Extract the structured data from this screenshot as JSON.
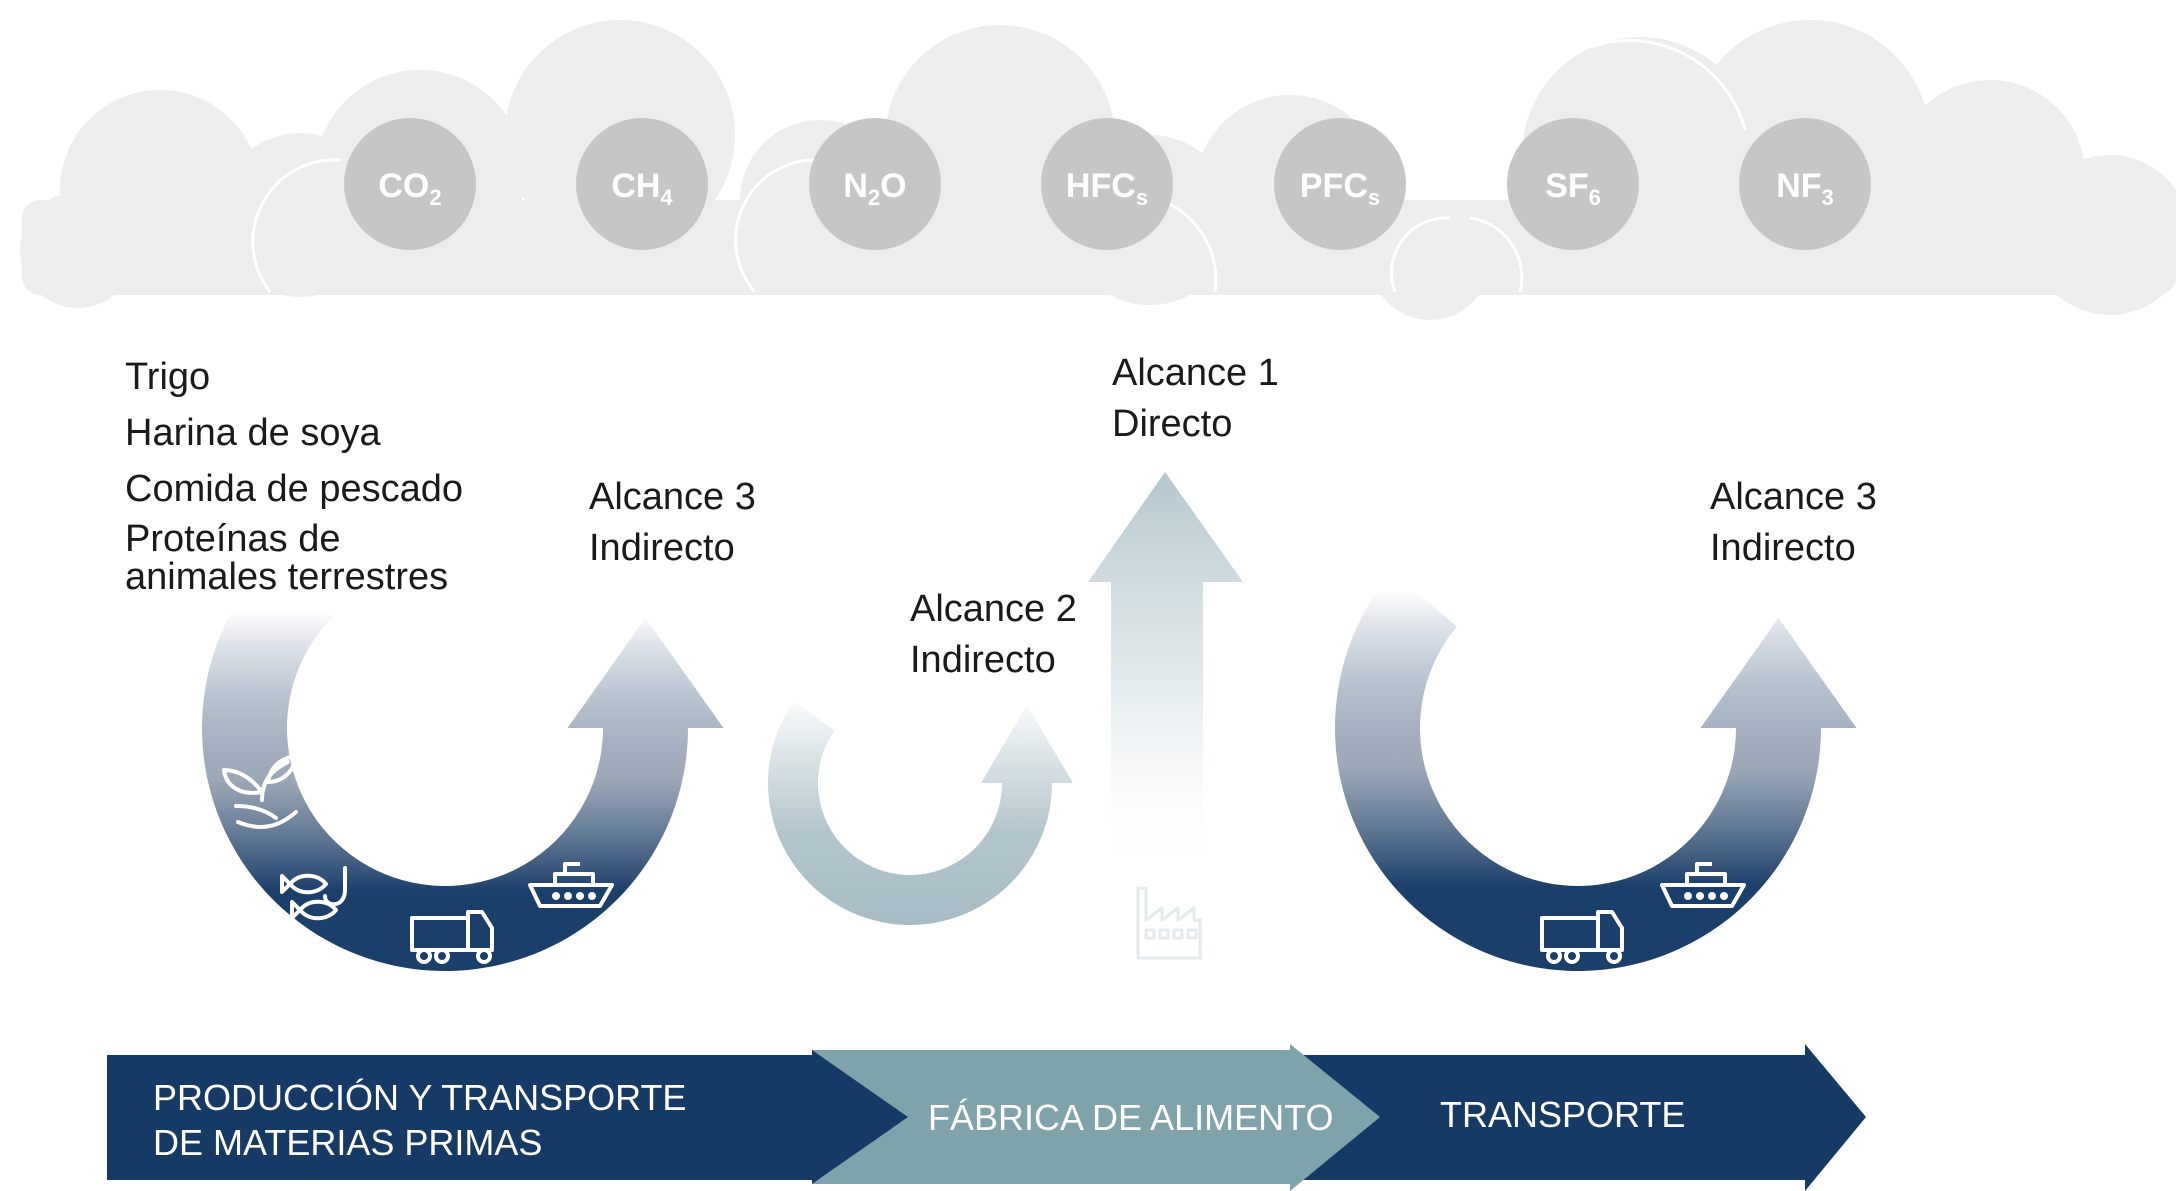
{
  "gases": [
    {
      "base": "CO",
      "sub": "2"
    },
    {
      "base": "CH",
      "sub": "4"
    },
    {
      "base": "N",
      "sub": "2",
      "tail": "O"
    },
    {
      "base": "HFC",
      "sub": "s"
    },
    {
      "base": "PFC",
      "sub": "s"
    },
    {
      "base": "SF",
      "sub": "6"
    },
    {
      "base": "NF",
      "sub": "3"
    }
  ],
  "materials": [
    "Trigo",
    "Harina de soya",
    "Comida de pescado",
    "Proteínas de",
    "animales terrestres"
  ],
  "scopes": {
    "scope3_left": {
      "title": "Alcance 3",
      "type": "Indirecto"
    },
    "scope2": {
      "title": "Alcance 2",
      "type": "Indirecto"
    },
    "scope1": {
      "title": "Alcance 1",
      "type": "Directo"
    },
    "scope3_right": {
      "title": "Alcance 3",
      "type": "Indirecto"
    }
  },
  "stages": {
    "raw": {
      "line1": "PRODUCCIÓN Y TRANSPORTE",
      "line2": "DE MATERIAS PRIMAS"
    },
    "factory": "FÁBRICA DE ALIMENTO",
    "transport": "TRANSPORTE"
  },
  "icons": [
    "plant-hand-icon",
    "fish-hook-icon",
    "truck-icon",
    "ship-icon",
    "lightbulb-icon",
    "factory-icon"
  ],
  "colors": {
    "navy": "#1b3f6b",
    "teal": "#7fa3ab",
    "cloud": "#ededed",
    "gas_circle": "#c6c6c6",
    "light_arrow": "#a7bcc4"
  }
}
